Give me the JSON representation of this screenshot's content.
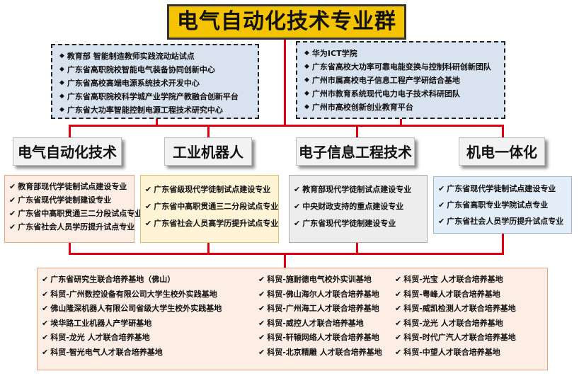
{
  "title": "电气自动化技术专业群",
  "left_box": [
    "教育部 智能制造教师实践流动站试点",
    "广东省高职院校智能电气装备协同创新中心",
    "广东省高校高端电源系统技术开发中心",
    "广东省高职院校科学城产业学院产教融合创新平台",
    "广东省大功率智能控制电源工程技术研究中心"
  ],
  "right_box": [
    "华为ICT学院",
    "广东省高校大功率可靠电能变换与控制科研创新团队",
    "广州市属高校电子信息工程产学研结合基地",
    "广州市教育系统现代电力电子技术科研团队",
    "广州市高校创新创业教育平台"
  ],
  "categories": [
    {
      "name": "电气自动化技术",
      "items": [
        "教育部现代学徒制试点建设专业",
        "广东省现代学徒制建设专业",
        "广东省中高职贯通三二分段试点专业",
        "广东省社会人员学历提升试点专业"
      ]
    },
    {
      "name": "工业机器人",
      "items": [
        "广东省级现代学徒制试点建设专业",
        "广东省中高职贯通三二分段试点专业",
        "广东省社会人员高学历提升试点专业"
      ]
    },
    {
      "name": "电子信息工程技术",
      "items": [
        "教育部现代学徒制试点建设专业",
        "中央财政支持的重点建设专业",
        "广东省现代学徒制建设专业"
      ]
    },
    {
      "name": "机电一体化",
      "items": [
        "广东省现代学徒制试点建设专业",
        "广东省高职专业学院试点专业",
        "广东省社会人员学历提升试点专业"
      ]
    }
  ],
  "bases": {
    "col1": [
      "广东省研究生联合培养基地（佛山）",
      "科贸-广州数控设备有限公司大学生校外实践基地",
      "佛山隆深机器人有限公司省级大学生校外实践基地",
      "埃华路工业机器人产学研基地",
      "科贸-龙光 人才联合培养基地",
      "科贸-智光电气人才联合培养基地"
    ],
    "col2": [
      "科贸-施耐德电气校外实训基地",
      "科贸-佛山海尔人才联合培养基地",
      "科贸-广州海工人才联合培养基地",
      "科贸-威控人才联合培养基地",
      "科贸-轩辕网络人才联合培养基地",
      "科贸-北京精雕 人才联合培养基地"
    ],
    "col3": [
      "科贸-光宝 人才联合培养基地",
      "科贸-粤峰人才联合培养基地",
      "科贸-威凯检测人才联合培养基地",
      "科贸-龙光 人才联合培养基地",
      "科贸-时代广汽人才联合培养基地",
      "科贸-中望人才联合培养基地"
    ]
  },
  "colors": {
    "title_bg": "#f5c400",
    "connector": "#e0000f",
    "info_bg": "#d9e2ef",
    "panel1_bg": "#fdeee5",
    "panel2_bg": "#fff5d6",
    "panel3_bg": "#ededed",
    "panel4_bg": "#e4eef8"
  }
}
